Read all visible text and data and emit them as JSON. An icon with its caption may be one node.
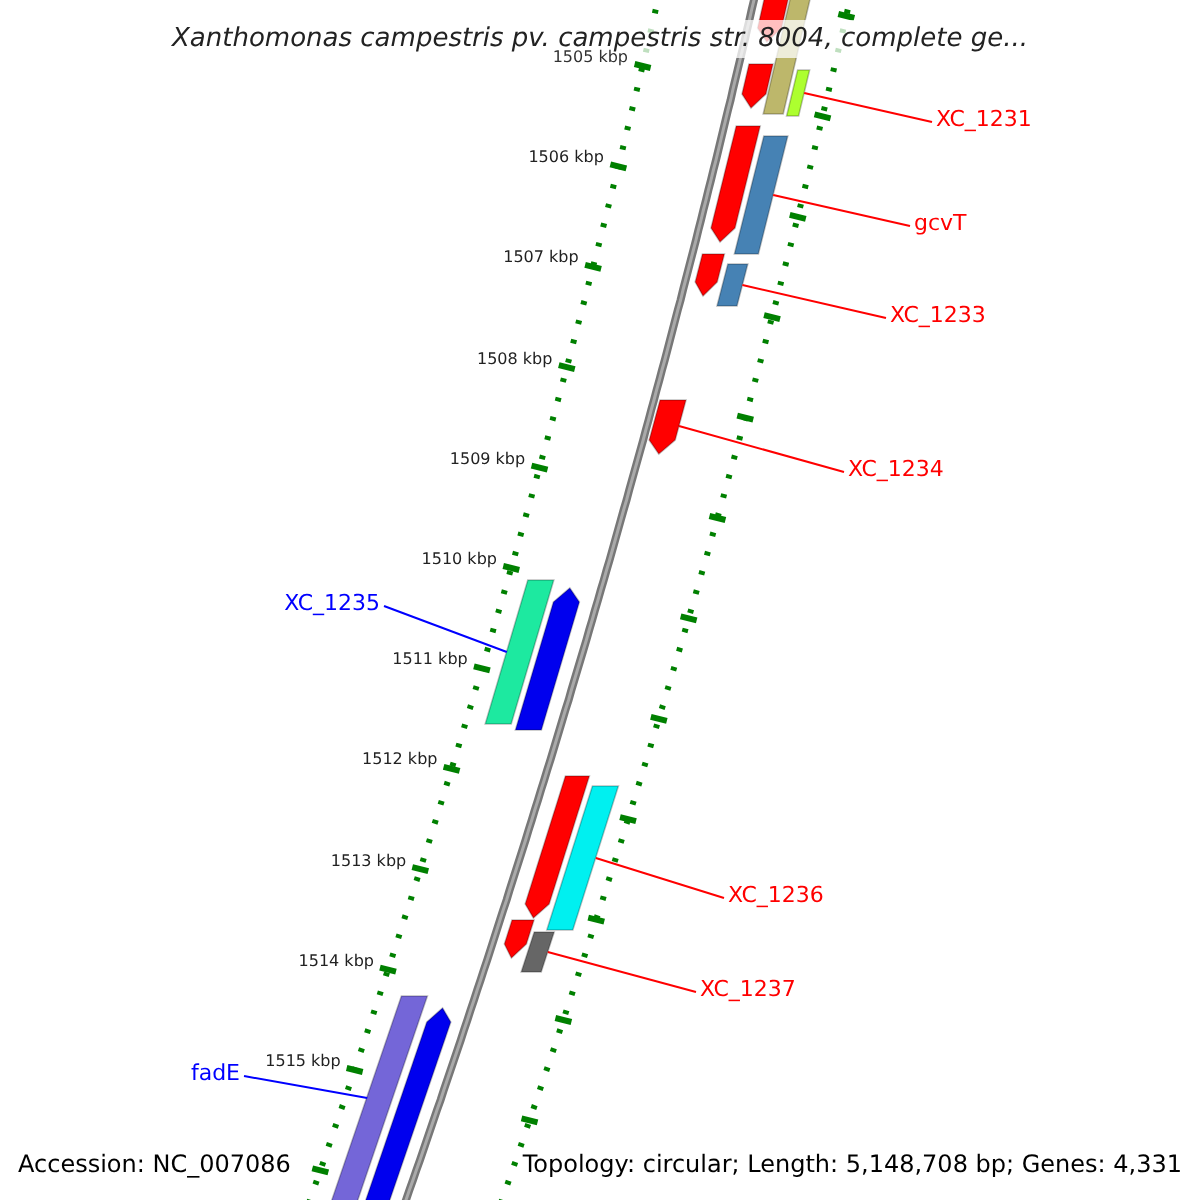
{
  "diagram": {
    "title": "Xanthomonas campestris pv. campestris str. 8004, complete ge...",
    "nodes": [
      {
        "text": [
          "XC_1231"
        ]
      },
      {
        "text": [],
        "shape": "bar"
      },
      {
        "text": [
          "gcvT"
        ]
      },
      {
        "text": [],
        "shape": "bar"
      },
      {
        "text": [
          "XC_1233"
        ]
      },
      {
        "text": [],
        "shape": "bar"
      },
      {
        "text": [
          "XC_1234"
        ]
      },
      {
        "text": [],
        "shape": "bar"
      },
      {
        "text": [
          "XC_1235"
        ]
      },
      {
        "text": [],
        "shape": "bar"
      },
      {
        "text": [
          "XC_1236"
        ]
      },
      {
        "text": [],
        "shape": "bar"
      },
      {
        "text": [
          "XC_1237"
        ]
      },
      {
        "text": [],
        "shape": "bar"
      },
      {
        "text": [
          "fadE"
        ]
      },
      {
        "text": [],
        "shape": "bar"
      },
      {
        "text": [],
        "shape": "bar"
      },
      {
        "text": [],
        "shape": "bar"
      },
      {
        "text": [],
        "shape": "bar"
      },
      {
        "text": [],
        "shape": "bar"
      },
      {
        "text": [],
        "shape": "bar"
      },
      {
        "text": [],
        "shape": "bar"
      },
      {
        "text": [],
        "shape": "bar"
      },
      {
        "text": [],
        "shape": "bar"
      },
      {
        "text": [],
        "shape": "bar"
      }
    ],
    "edges": [
      {
        "from": 0,
        "to": 1,
        "arrow": "none"
      },
      {
        "from": 2,
        "to": 3,
        "arrow": "none"
      },
      {
        "from": 4,
        "to": 5,
        "arrow": "none"
      },
      {
        "from": 6,
        "to": 7,
        "arrow": "none"
      },
      {
        "from": 8,
        "to": 9,
        "arrow": "none",
        "color": "#0000ff"
      },
      {
        "from": 10,
        "to": 11,
        "arrow": "none"
      },
      {
        "from": 12,
        "to": 13,
        "arrow": "none"
      },
      {
        "from": 14,
        "to": 15,
        "arrow": "none",
        "color": "#0000ff"
      }
    ],
    "labels": [
      "1505 kbp",
      "1506 kbp",
      "1507 kbp",
      "1508 kbp",
      "1509 kbp",
      "1510 kbp",
      "1511 kbp",
      "1512 kbp",
      "1513 kbp",
      "1514 kbp",
      "1515 kbp",
      "Accession: NC_007086",
      "Topology: circular; Length: 5,148,708 bp; Genes: 4,331"
    ]
  }
}
